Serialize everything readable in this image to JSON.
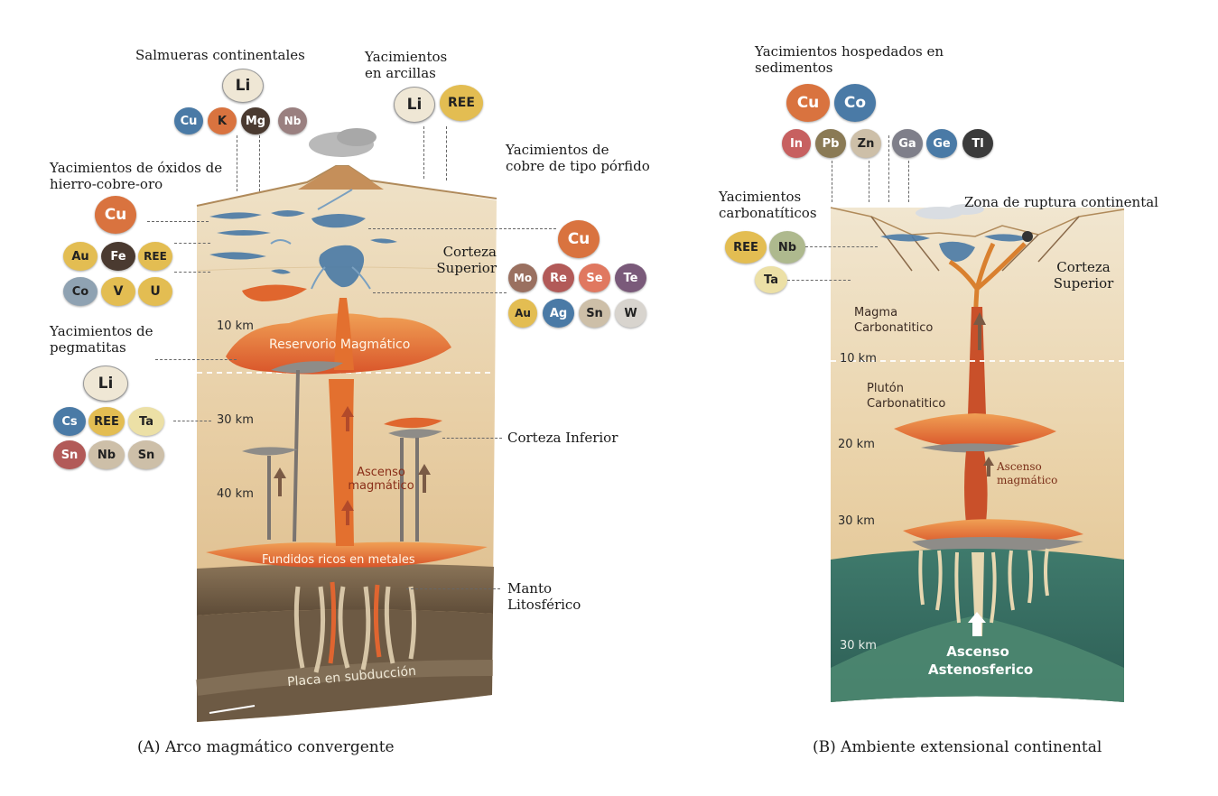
{
  "colors": {
    "cu": "#d9733f",
    "gold": "#e3bd52",
    "cream": "#efe7d5",
    "blue": "#4a7aa6",
    "brown_dark": "#4a3a30",
    "mauve": "#9a8080",
    "rose": "#b25a58",
    "plum": "#7a5a7a",
    "tan": "#cdbfa8",
    "olive": "#8a7a55",
    "slate": "#8fa2b2",
    "charcoal": "#3a3a3a",
    "salmon": "#e07860",
    "crust": "#e9d3ae",
    "magma": "#e4692e",
    "mantle": "#3e7a6c"
  },
  "panel_a": {
    "caption": "(A)  Arco magmático convergente",
    "labels": {
      "salmueras": "Salmueras continentales",
      "arcillas": "Yacimientos en arcillas",
      "porfido": "Yacimientos de cobre de tipo pórfido",
      "oxidos": "Yacimientos de óxidos de hierro-cobre-oro",
      "pegmatitas": "Yacimientos de pegmatitas",
      "corteza_superior": "Corteza Superior",
      "corteza_inferior": "Corteza Inferior",
      "manto": "Manto Litosférico",
      "reservorio": "Reservorio Magmático",
      "ascenso": "Ascenso magmático",
      "fundidos": "Fundidos ricos en metales",
      "placa": "Placa en subducción"
    },
    "depths": [
      "10 km",
      "30 km",
      "40 km"
    ],
    "elements": {
      "salmueras_main": "Li",
      "salmueras": [
        "Cu",
        "K",
        "Mg",
        "Nb"
      ],
      "arcillas": [
        "Li",
        "REE"
      ],
      "oxidos_main": "Cu",
      "oxidos_row1": [
        "Au",
        "Fe",
        "REE"
      ],
      "oxidos_row2": [
        "Co",
        "V",
        "U"
      ],
      "porfido_main": "Cu",
      "porfido_row1": [
        "Mo",
        "Re",
        "Se",
        "Te"
      ],
      "porfido_row2": [
        "Au",
        "Ag",
        "Sn",
        "W"
      ],
      "pegmatitas_main": "Li",
      "pegmatitas_row1": [
        "Cs",
        "REE",
        "Ta"
      ],
      "pegmatitas_row2": [
        "Sn",
        "Nb",
        "Sn"
      ]
    }
  },
  "panel_b": {
    "caption": "(B)  Ambiente extensional continental",
    "labels": {
      "sedimentos": "Yacimientos hospedados en sedimentos",
      "carbonatiticos": "Yacimientos carbonatíticos",
      "ruptura": "Zona de ruptura continental",
      "corteza_superior": "Corteza Superior",
      "magma": "Magma Carbonatitico",
      "pluton": "Plutón Carbonatitico",
      "ascenso": "Ascenso magmático",
      "astenosferico": "Ascenso Astenosferico"
    },
    "depths": [
      "10 km",
      "20 km",
      "30 km",
      "30 km"
    ],
    "elements": {
      "sedimentos_main": [
        "Cu",
        "Co"
      ],
      "sedimentos_row": [
        "In",
        "Pb",
        "Zn",
        "Ga",
        "Ge",
        "Tl"
      ],
      "carbonatiticos_row": [
        "REE",
        "Nb"
      ],
      "carbonatiticos_extra": "Ta"
    }
  }
}
